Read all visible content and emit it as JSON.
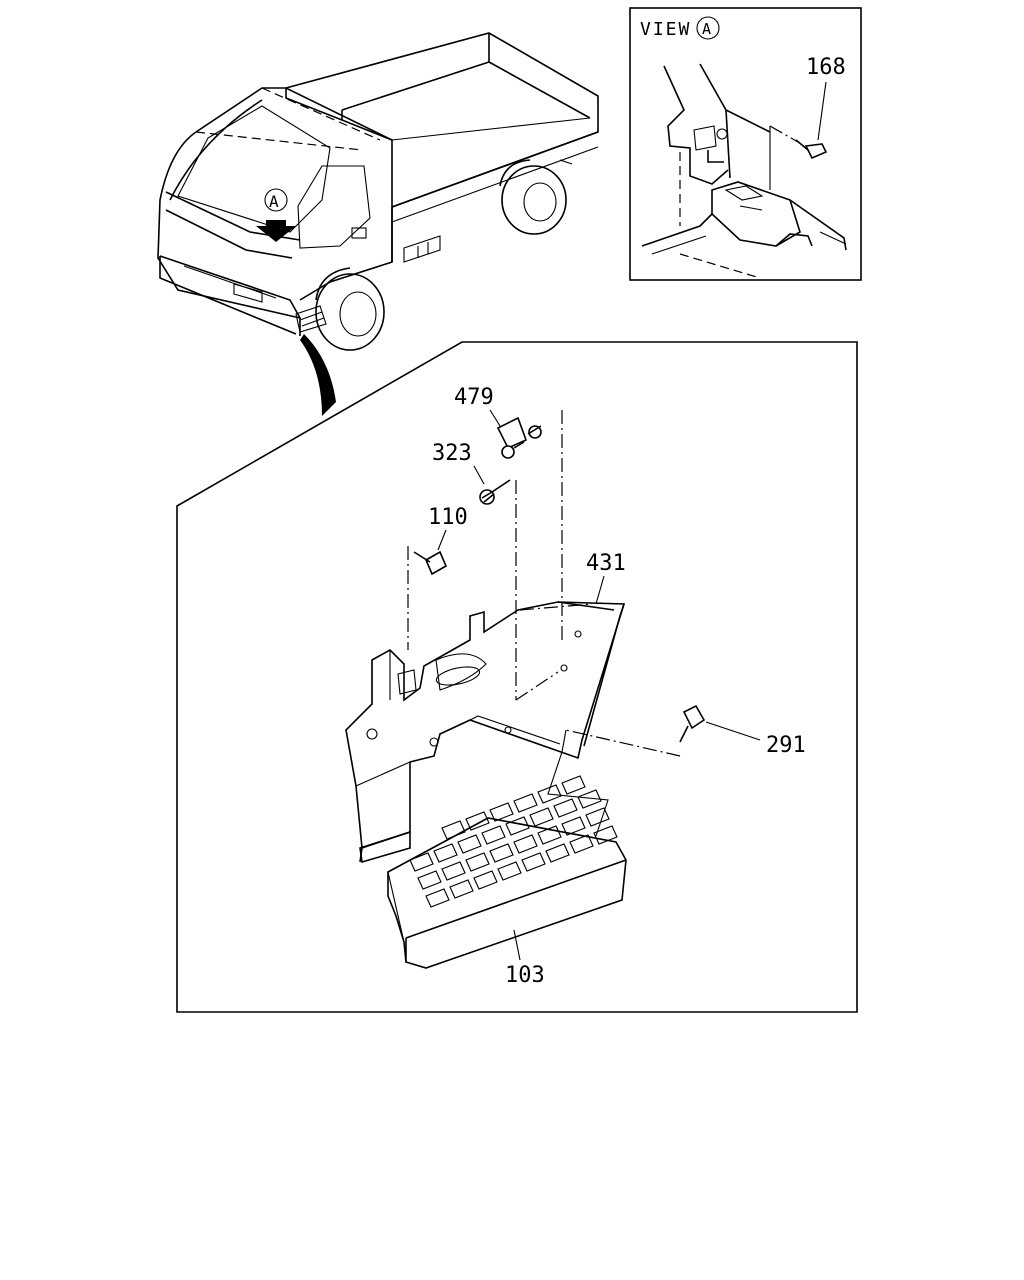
{
  "view_box": {
    "title": "VIEW",
    "marker": "A",
    "part_label": "168"
  },
  "truck": {
    "view_marker": "A"
  },
  "callouts": {
    "p479": "479",
    "p323": "323",
    "p110": "110",
    "p431": "431",
    "p291": "291",
    "p103": "103"
  }
}
